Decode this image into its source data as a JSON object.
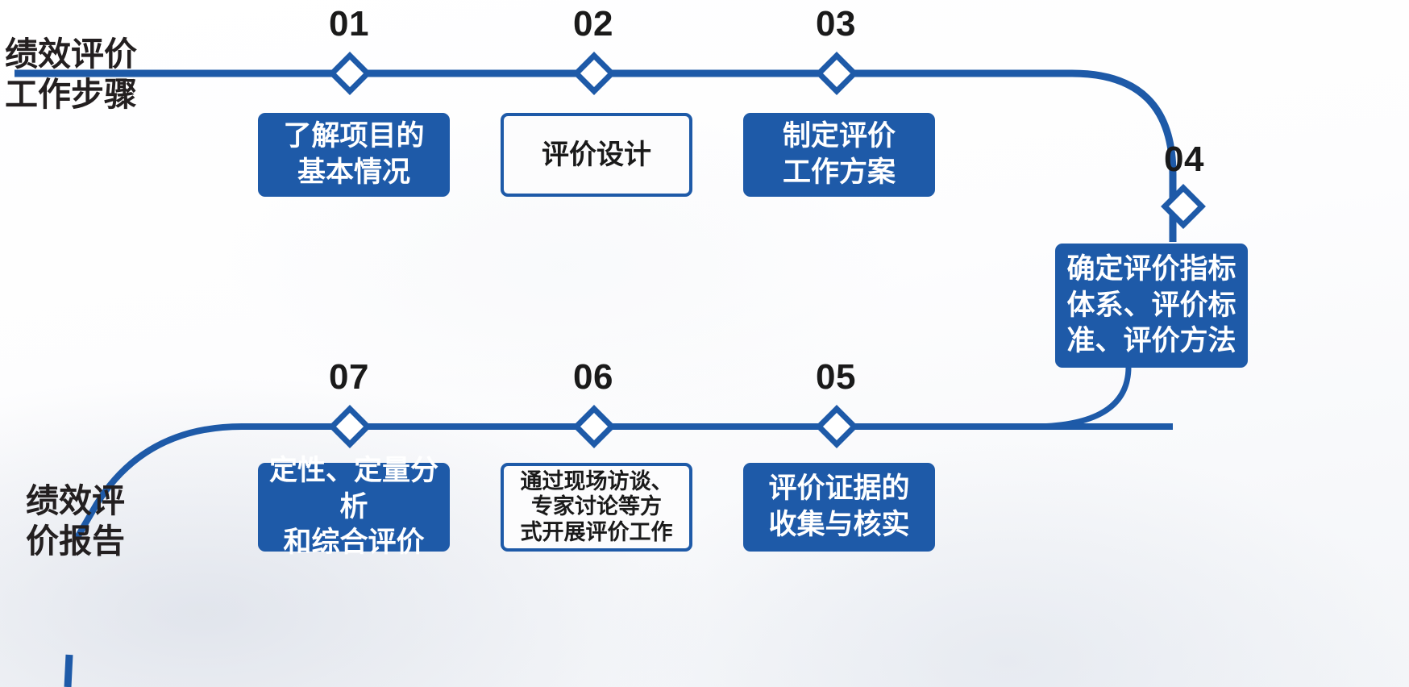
{
  "diagram": {
    "title_top": "绩效评价\n工作步骤",
    "title_bottom": "绩效评\n价报告",
    "accent_color": "#1E5AA8",
    "line_color": "#1E5AA8",
    "text_dark": "#1A1A1A",
    "steps": [
      {
        "number": "01",
        "text": "了解项目的\n基本情况",
        "style": "filled",
        "row": "top"
      },
      {
        "number": "02",
        "text": "评价设计",
        "style": "outline",
        "row": "top"
      },
      {
        "number": "03",
        "text": "制定评价\n工作方案",
        "style": "filled",
        "row": "top"
      },
      {
        "number": "04",
        "text": "确定评价指标\n体系、评价标\n准、评价方法",
        "style": "filled",
        "row": "right"
      },
      {
        "number": "05",
        "text": "评价证据的\n收集与核实",
        "style": "filled",
        "row": "bottom"
      },
      {
        "number": "06",
        "text": "通过现场访谈、\n专家讨论等方\n式开展评价工作",
        "style": "outline",
        "row": "bottom"
      },
      {
        "number": "07",
        "text": "定性、定量分析\n和综合评价",
        "style": "filled",
        "row": "bottom"
      }
    ]
  }
}
